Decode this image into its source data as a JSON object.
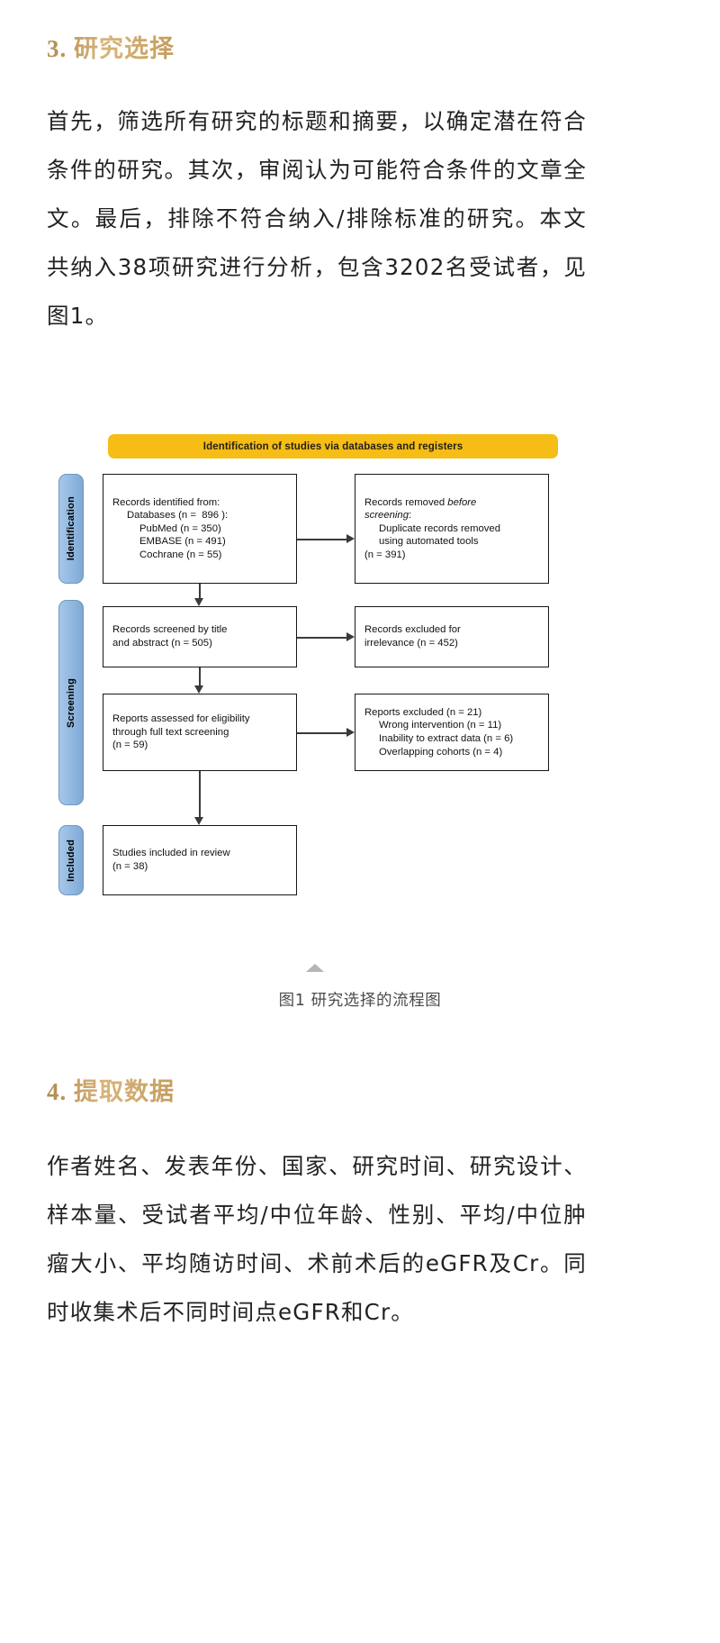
{
  "article": {
    "section3": {
      "heading": "3. 研究选择",
      "paragraph": "首先，筛选所有研究的标题和摘要，以确定潜在符合条件的研究。其次，审阅认为可能符合条件的文章全文。最后，排除不符合纳入/排除标准的研究。本文共纳入38项研究进行分析，包含3202名受试者，见图1。"
    },
    "section4": {
      "heading": "4. 提取数据",
      "paragraph": "作者姓名、发表年份、国家、研究时间、研究设计、样本量、受试者平均/中位年龄、性别、平均/中位肿瘤大小、平均随访时间、术前术后的eGFR及Cr。同时收集术后不同时间点eGFR和Cr。"
    }
  },
  "figure": {
    "caption": "图1 研究选择的流程图",
    "banner": "Identification of studies via databases and registers",
    "stages": [
      {
        "key": "identification",
        "label": "Identification"
      },
      {
        "key": "screening",
        "label": "Screening"
      },
      {
        "key": "included",
        "label": "Included"
      }
    ],
    "boxes": {
      "identified": {
        "l1": "Records identified from:",
        "l2": "Databases (n =  896 ):",
        "l3": "PubMed (n = 350)",
        "l4": "EMBASE (n = 491)",
        "l5": "Cochrane (n = 55)"
      },
      "removed": {
        "l1a": "Records removed ",
        "l1b": "before",
        "l2": "screening",
        "l2b": ":",
        "l3": "Duplicate records removed",
        "l4": "using automated tools",
        "l5": "(n = 391)"
      },
      "screened": {
        "l1": "Records screened by title",
        "l2": "and abstract (n = 505)"
      },
      "excluded1": {
        "l1": "Records excluded for",
        "l2": "irrelevance (n = 452)"
      },
      "eligible": {
        "l1": "Reports assessed for eligibility",
        "l2": "through full text screening",
        "l3": "(n = 59)"
      },
      "excluded2": {
        "l1": "Reports excluded (n = 21)",
        "l2": "Wrong intervention (n = 11)",
        "l3": "Inability to extract data (n = 6)",
        "l4": "Overlapping cohorts (n = 4)"
      },
      "included": {
        "l1": "Studies included in review",
        "l2": "(n = 38)"
      }
    }
  },
  "chart_data": {
    "type": "diagram",
    "title": "Identification of studies via databases and registers",
    "nodes": [
      {
        "id": "identified",
        "stage": "Identification",
        "value": 896,
        "detail": {
          "PubMed": 350,
          "EMBASE": 491,
          "Cochrane": 55
        }
      },
      {
        "id": "removed_before_screening",
        "stage": "Identification",
        "value": 391
      },
      {
        "id": "screened",
        "stage": "Screening",
        "value": 505
      },
      {
        "id": "excluded_irrelevance",
        "stage": "Screening",
        "value": 452
      },
      {
        "id": "assessed_eligibility",
        "stage": "Screening",
        "value": 59
      },
      {
        "id": "reports_excluded",
        "stage": "Screening",
        "value": 21,
        "detail": {
          "Wrong intervention": 11,
          "Inability to extract data": 6,
          "Overlapping cohorts": 4
        }
      },
      {
        "id": "included_in_review",
        "stage": "Included",
        "value": 38
      }
    ],
    "edges": [
      {
        "from": "identified",
        "to": "removed_before_screening"
      },
      {
        "from": "identified",
        "to": "screened"
      },
      {
        "from": "screened",
        "to": "excluded_irrelevance"
      },
      {
        "from": "screened",
        "to": "assessed_eligibility"
      },
      {
        "from": "assessed_eligibility",
        "to": "reports_excluded"
      },
      {
        "from": "assessed_eligibility",
        "to": "included_in_review"
      }
    ],
    "colors": {
      "banner": "#f5bd15",
      "stage": "#8fb8e0",
      "box_border": "#17171a"
    }
  }
}
